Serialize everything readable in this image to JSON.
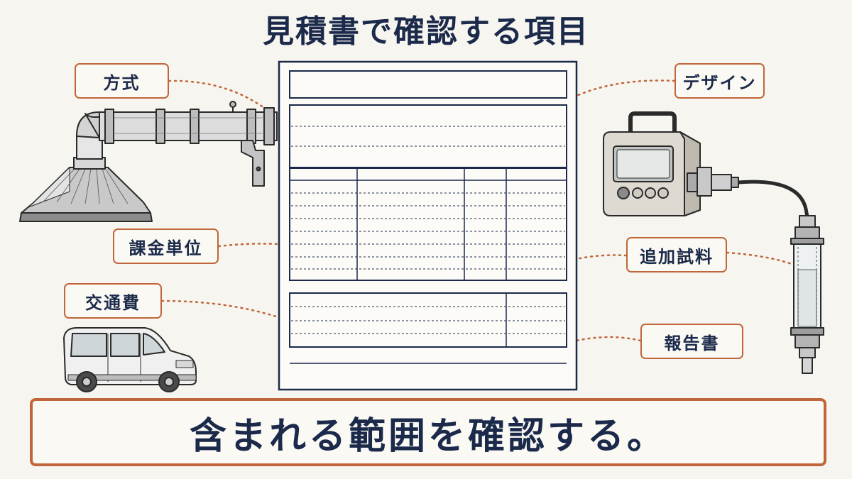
{
  "title": "見積書で確認する項目",
  "labels": {
    "method": "方式",
    "billing_unit": "課金単位",
    "travel_cost": "交通費",
    "design": "デザイン",
    "additional_fee": "追加試料",
    "report": "報告書"
  },
  "banner": "含まれる範囲を確認する。",
  "icons": [
    "exhaust-hood-icon",
    "measuring-device-icon",
    "sampling-tube-icon",
    "van-icon",
    "estimate-document-icon"
  ],
  "colors": {
    "accent": "#c0663a",
    "ink": "#1b2a4a",
    "background": "#f7f5f0"
  }
}
